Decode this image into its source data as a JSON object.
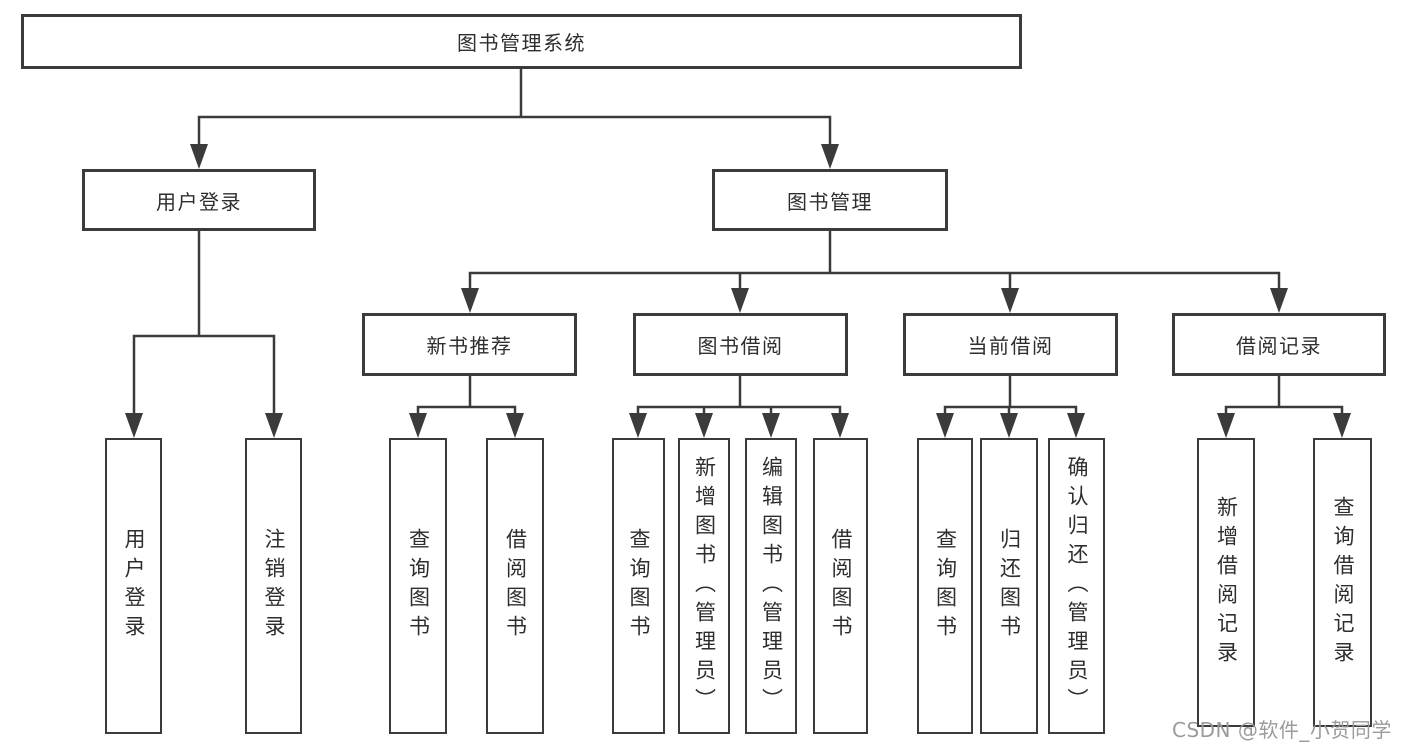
{
  "tree": {
    "root": {
      "label": "图书管理系统"
    },
    "branches": [
      {
        "label": "用户登录",
        "leaves": [
          {
            "label": "用户登录"
          },
          {
            "label": "注销登录"
          }
        ]
      },
      {
        "label": "图书管理",
        "children": [
          {
            "label": "新书推荐",
            "leaves": [
              {
                "label": "查询图书"
              },
              {
                "label": "借阅图书"
              }
            ]
          },
          {
            "label": "图书借阅",
            "leaves": [
              {
                "label": "查询图书"
              },
              {
                "label": "新增图书（管理员）"
              },
              {
                "label": "编辑图书（管理员）"
              },
              {
                "label": "借阅图书"
              }
            ]
          },
          {
            "label": "当前借阅",
            "leaves": [
              {
                "label": "查询图书"
              },
              {
                "label": "归还图书"
              },
              {
                "label": "确认归还（管理员）"
              }
            ]
          },
          {
            "label": "借阅记录",
            "leaves": [
              {
                "label": "新增借阅记录"
              },
              {
                "label": "查询借阅记录"
              }
            ]
          }
        ]
      }
    ]
  },
  "watermark": {
    "text": "CSDN @软件_小贺同学"
  },
  "colors": {
    "line": "#3b3b3b",
    "box_border": "#3b3b3b",
    "box_background": "#ffffff",
    "text": "#2e2e2e",
    "watermark": "#9b9b9b",
    "page_background": "#ffffff"
  }
}
